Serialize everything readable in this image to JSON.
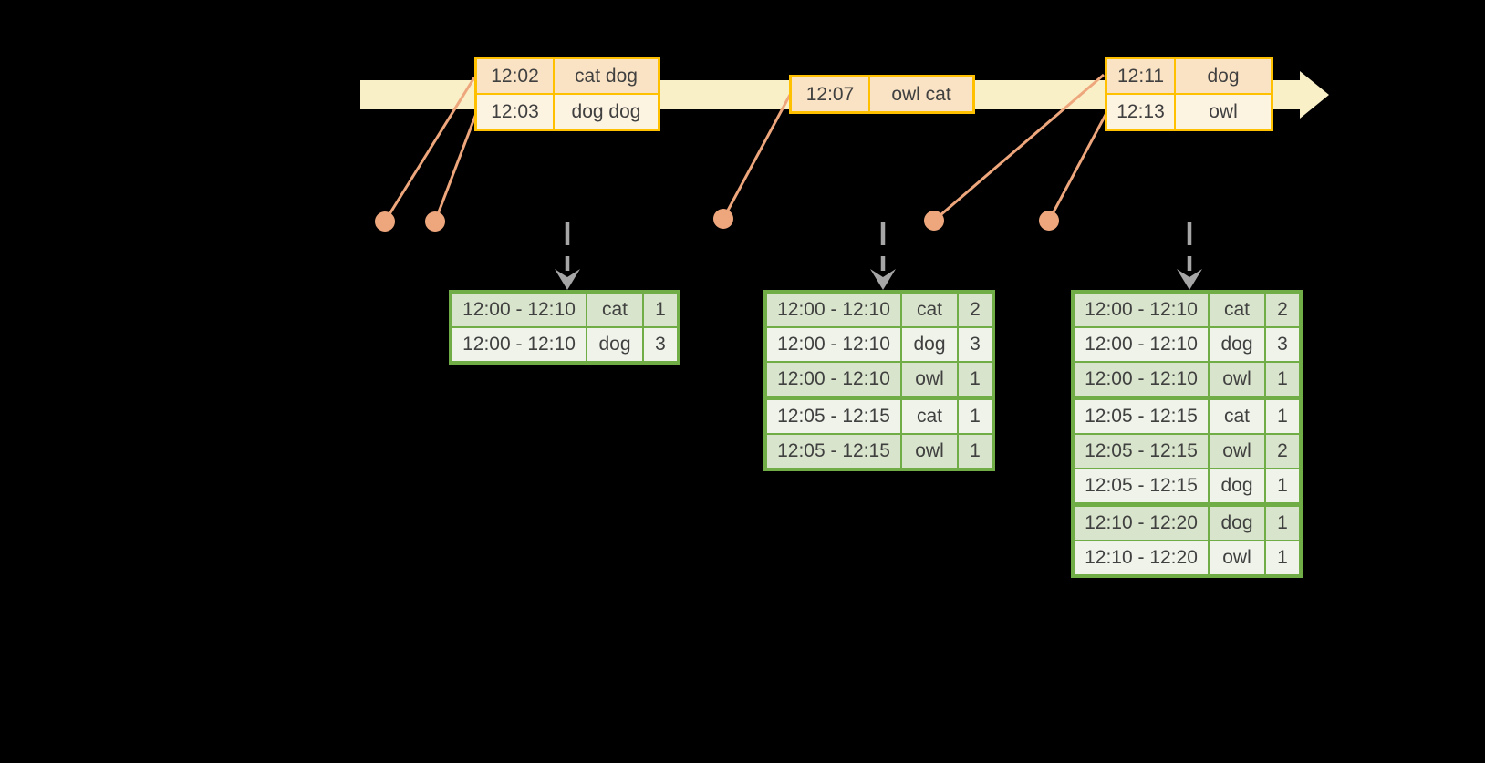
{
  "colors": {
    "timeline_fill": "#FAF0C8",
    "event_border": "#FFC000",
    "event_row_dark": "#FAE3C5",
    "event_row_light": "#FDF3E1",
    "result_border": "#70AD47",
    "result_row_dark": "#D8E4CB",
    "result_row_light": "#EFF3EA",
    "connector": "#EEA77D",
    "trigger_arrow": "#A6A6A6",
    "text": "#404040",
    "background": "#000000"
  },
  "event_tables": [
    {
      "rows": [
        {
          "time": "12:02",
          "words": "cat dog"
        },
        {
          "time": "12:03",
          "words": "dog dog"
        }
      ]
    },
    {
      "rows": [
        {
          "time": "12:07",
          "words": "owl cat"
        }
      ]
    },
    {
      "rows": [
        {
          "time": "12:11",
          "words": "dog"
        },
        {
          "time": "12:13",
          "words": "owl"
        }
      ]
    }
  ],
  "result_tables": [
    {
      "rows": [
        {
          "window": "12:00 - 12:10",
          "word": "cat",
          "count": "1"
        },
        {
          "window": "12:00 - 12:10",
          "word": "dog",
          "count": "3"
        }
      ]
    },
    {
      "rows": [
        {
          "window": "12:00 - 12:10",
          "word": "cat",
          "count": "2"
        },
        {
          "window": "12:00 - 12:10",
          "word": "dog",
          "count": "3"
        },
        {
          "window": "12:00 - 12:10",
          "word": "owl",
          "count": "1"
        },
        {
          "window": "12:05 - 12:15",
          "word": "cat",
          "count": "1"
        },
        {
          "window": "12:05 - 12:15",
          "word": "owl",
          "count": "1"
        }
      ]
    },
    {
      "rows": [
        {
          "window": "12:00 - 12:10",
          "word": "cat",
          "count": "2"
        },
        {
          "window": "12:00 - 12:10",
          "word": "dog",
          "count": "3"
        },
        {
          "window": "12:00 - 12:10",
          "word": "owl",
          "count": "1"
        },
        {
          "window": "12:05 - 12:15",
          "word": "cat",
          "count": "1"
        },
        {
          "window": "12:05 - 12:15",
          "word": "owl",
          "count": "2"
        },
        {
          "window": "12:05 - 12:15",
          "word": "dog",
          "count": "1"
        },
        {
          "window": "12:10 - 12:20",
          "word": "dog",
          "count": "1"
        },
        {
          "window": "12:10 - 12:20",
          "word": "owl",
          "count": "1"
        }
      ]
    }
  ]
}
